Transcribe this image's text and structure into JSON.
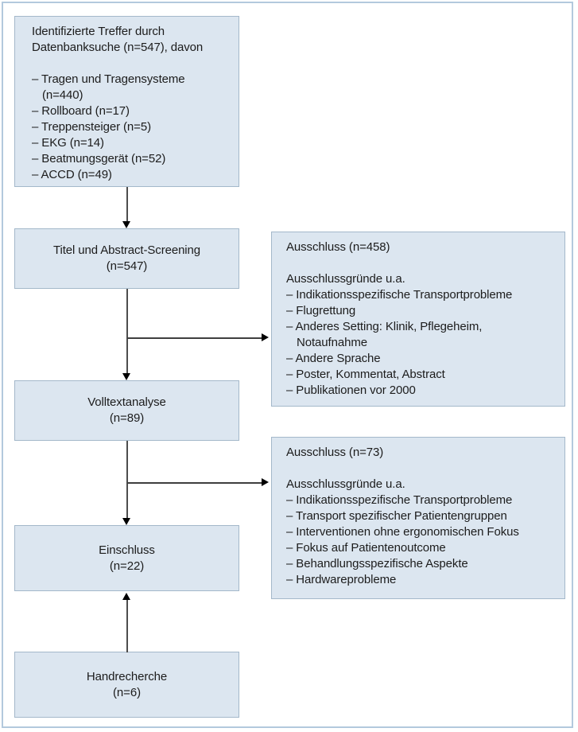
{
  "colors": {
    "box_fill": "#dce6f0",
    "box_border": "#a4b8ca",
    "frame_border": "#b3c9dd",
    "connector_line": "#4d4d4d",
    "arrowhead": "#000000",
    "text": "#1c1c1c"
  },
  "boxes": {
    "identified": {
      "lines": [
        "Identifizierte Treffer durch",
        "Datenbanksuche (n=547), davon",
        "",
        "– Tragen und Tragensysteme",
        "(n=440)",
        "– Rollboard (n=17)",
        "– Treppensteiger (n=5)",
        "– EKG (n=14)",
        "– Beatmungsgerät (n=52)",
        "– ACCD (n=49)"
      ]
    },
    "screening": {
      "lines": [
        "Titel und Abstract-Screening",
        "(n=547)"
      ]
    },
    "exclusion1": {
      "lines": [
        "Ausschluss (n=458)",
        "",
        "Ausschlussgründe u.a.",
        "– Indikationsspezifische Transportprobleme",
        "– Flugrettung",
        "– Anderes Setting: Klinik, Pflegeheim,",
        "Notaufnahme",
        "– Andere Sprache",
        "– Poster, Kommentat, Abstract",
        "– Publikationen vor 2000"
      ]
    },
    "fulltext": {
      "lines": [
        "Volltextanalyse",
        "(n=89)"
      ]
    },
    "exclusion2": {
      "lines": [
        "Ausschluss (n=73)",
        "",
        "Ausschlussgründe u.a.",
        "– Indikationsspezifische Transportprobleme",
        "– Transport spezifischer Patientengruppen",
        "– Interventionen ohne ergonomischen Fokus",
        "– Fokus auf Patientenoutcome",
        "– Behandlungsspezifische Aspekte",
        "– Hardwareprobleme"
      ]
    },
    "inclusion": {
      "lines": [
        "Einschluss",
        "(n=22)"
      ]
    },
    "handsearch": {
      "lines": [
        "Handrecherche",
        "(n=6)"
      ]
    }
  }
}
